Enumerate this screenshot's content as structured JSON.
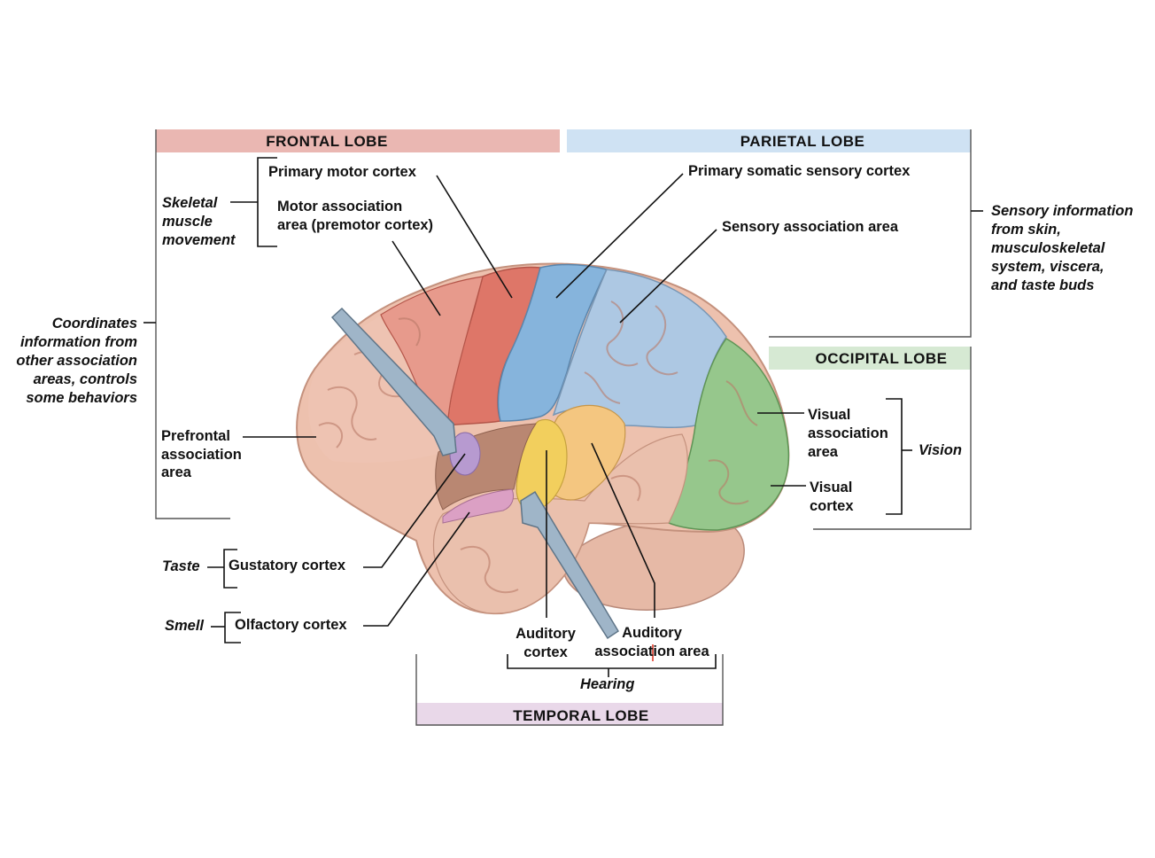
{
  "lobes": {
    "frontal": {
      "title": "FRONTAL LOBE",
      "color": "#eab7b2"
    },
    "parietal": {
      "title": "PARIETAL LOBE",
      "color": "#cfe2f3"
    },
    "occipital": {
      "title": "OCCIPITAL LOBE",
      "color": "#d6e9d3"
    },
    "temporal": {
      "title": "TEMPORAL LOBE",
      "color": "#e9d8e9"
    }
  },
  "labels": {
    "primary_motor": "Primary motor cortex",
    "motor_association": "Motor association\narea (premotor cortex)",
    "skeletal_movement": "Skeletal\nmuscle\nmovement",
    "primary_somatic": "Primary somatic sensory cortex",
    "sensory_association": "Sensory association area",
    "sensory_info": "Sensory information\nfrom skin,\nmusculoskeletal\nsystem, viscera,\nand taste buds",
    "coordinates": "Coordinates\ninformation from\nother association\nareas, controls\nsome behaviors",
    "prefrontal": "Prefrontal\nassociation\narea",
    "visual_association": "Visual\nassociation\narea",
    "visual_cortex": "Visual\ncortex",
    "vision": "Vision",
    "taste": "Taste",
    "gustatory": "Gustatory cortex",
    "smell": "Smell",
    "olfactory": "Olfactory cortex",
    "auditory_cortex": "Auditory\ncortex",
    "auditory_association": "Auditory\nassociation area",
    "hearing": "Hearing"
  },
  "region_colors": {
    "brain_base": "#edc1ae",
    "motor": "#de7668",
    "somatic": "#86b4dc",
    "sensory_assoc": "#adc8e3",
    "visual": "#96c78c",
    "auditory": "#f2cf5d",
    "auditory_assoc": "#f4c680",
    "gustatory": "#b79ad0",
    "olfactory": "#dba0c4"
  }
}
